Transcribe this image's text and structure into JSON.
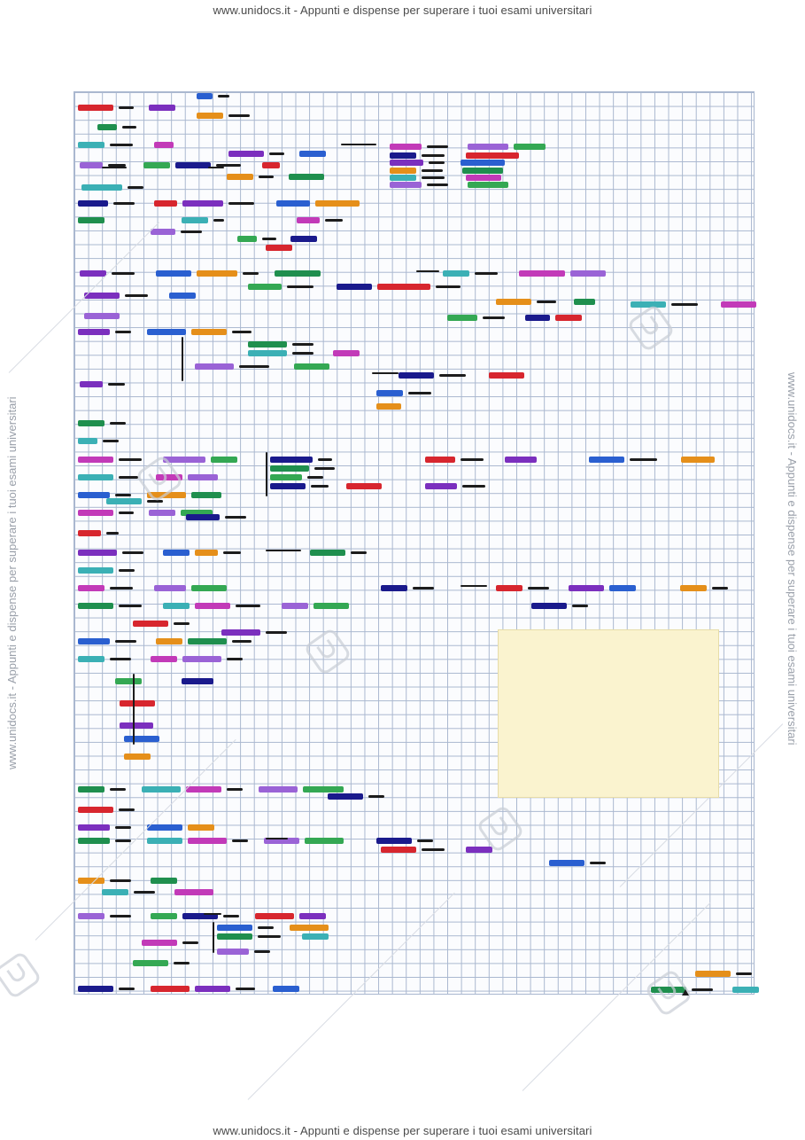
{
  "watermark": {
    "header": "www.unidocs.it - Appunti e dispense per superare i tuoi esami universitari",
    "footer": "www.unidocs.it - Appunti e dispense per superare i tuoi esami universitari",
    "side": "www.unidocs.it - Appunti e dispense per superare i tuoi esami universitari"
  },
  "colors": {
    "paper": "#fbfcfe",
    "grid": "#a9b7cf",
    "note": "#faf3cf",
    "highlighters": [
      "#d7262e",
      "#7b2fbe",
      "#2a5fd0",
      "#e58f1a",
      "#1f8f4e",
      "#3bb0b5",
      "#c23ab8",
      "#9a63d6",
      "#34a853",
      "#1a1a8c"
    ]
  },
  "icons": [
    "unidocs-logo-icon"
  ]
}
